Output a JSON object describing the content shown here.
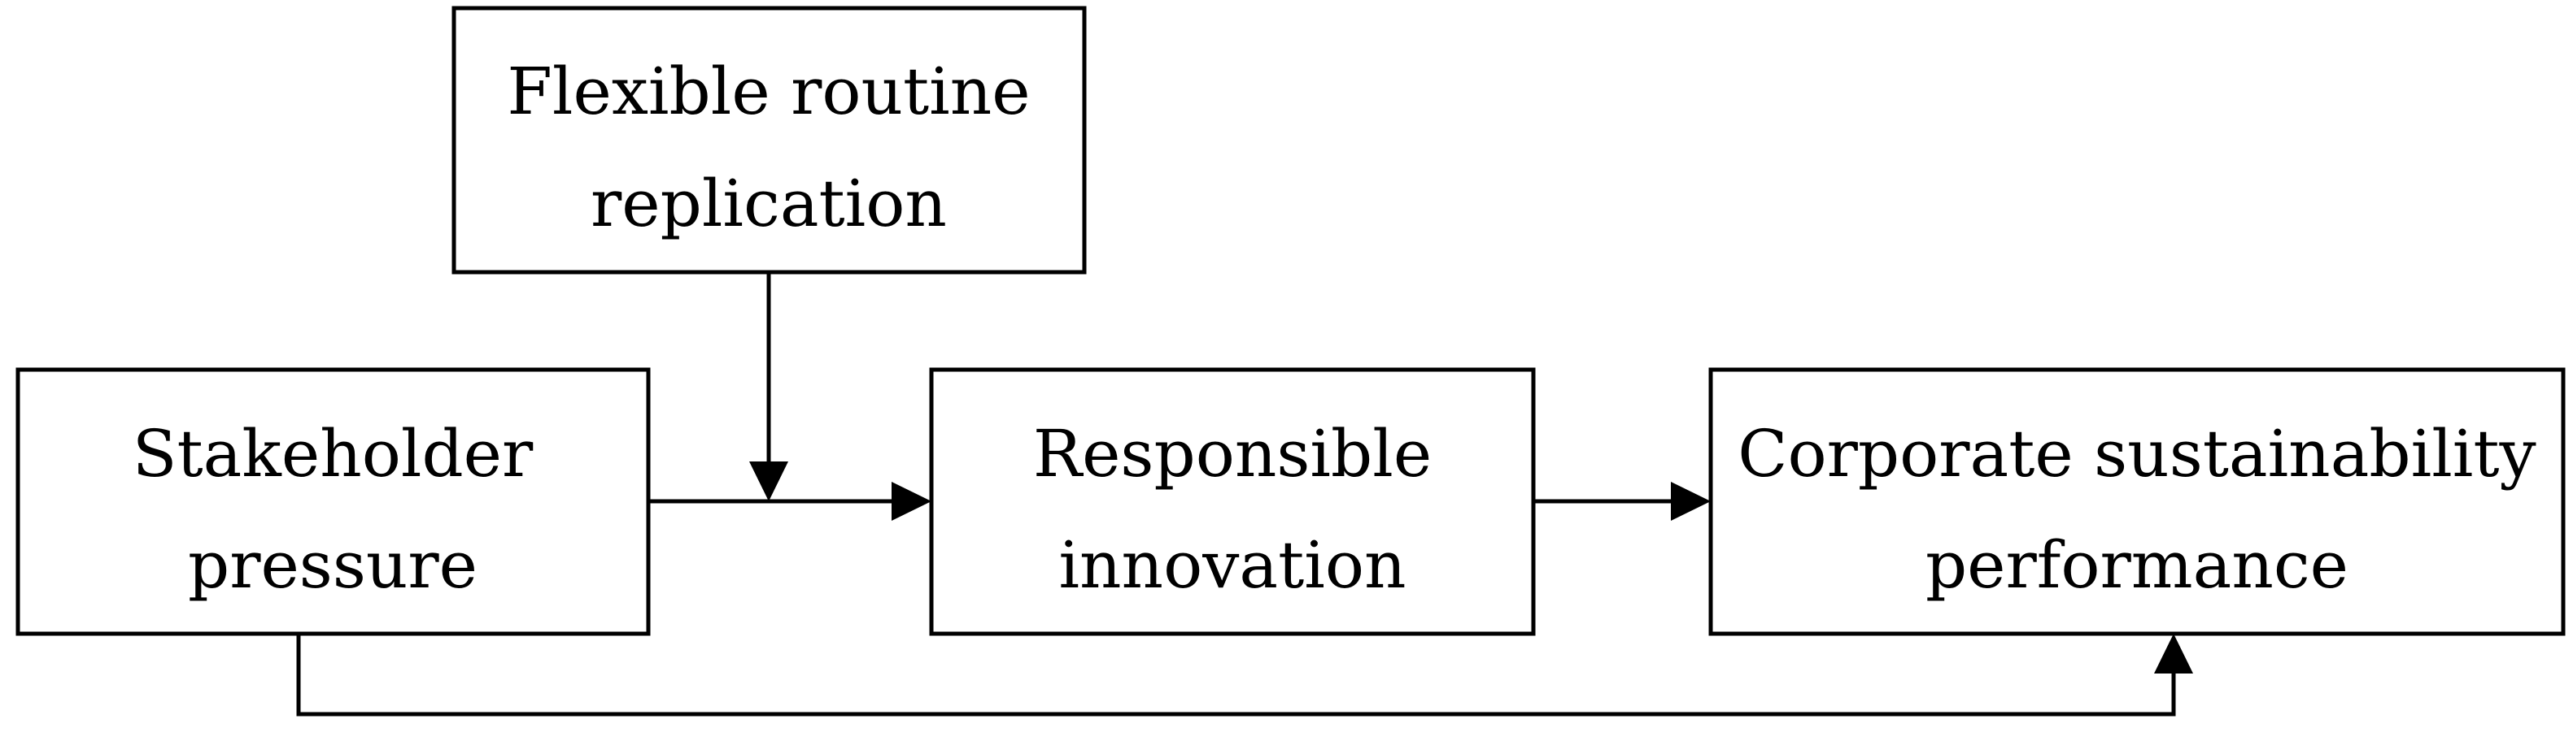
{
  "boxes": {
    "moderator": {
      "line1": "Flexible routine",
      "line2": "replication"
    },
    "independent": {
      "line1": "Stakeholder",
      "line2": "pressure"
    },
    "mediator": {
      "line1": "Responsible",
      "line2": "innovation"
    },
    "dependent": {
      "line1": "Corporate sustainability",
      "line2": "performance"
    }
  }
}
